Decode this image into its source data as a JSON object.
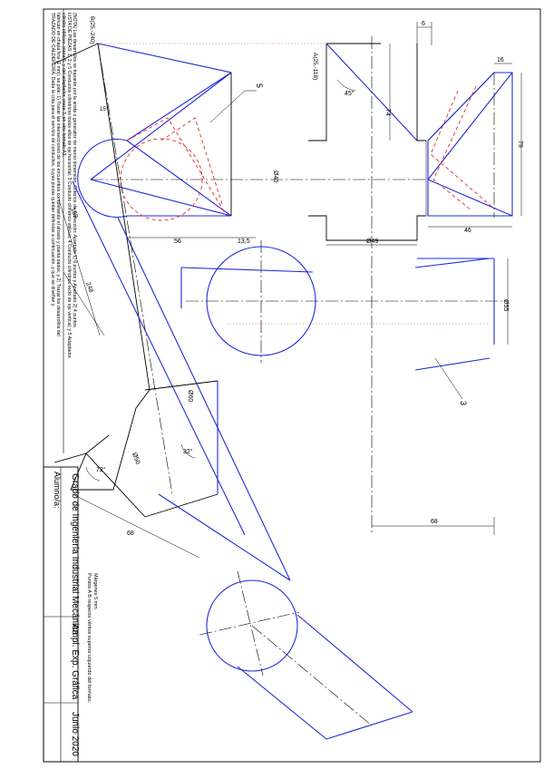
{
  "title_block": {
    "student_label": "Alumno/a:",
    "degree": "Grado de Ingeniería Industrial Mecánica",
    "course": "Ampl. Exp. Gráfica",
    "date": "Junio 2020"
  },
  "statement": {
    "line1": "TRAZADO DE CALDERERÍA. Dada la cota para el servicio de conductos, cuyas piezas quedan definidas a continuación, y que se diseñan y",
    "line2": "fabrican en chapa fina (1 mm), se pide: 1) Trazar las intersecciones de los encuentros completando el alzado y planta dados, y 2) Trazar los desarrollos del",
    "line3": "cilindro oblicuo, pieza 5, y del adaptador, pieza 3, en otro formato A3.",
    "line4": "LISTA DE PIEZAS: 1, 2 y 5 Conductos cilíndricos todos ellos de eje horizontal; 3 Conducto cilíndrico oblicuo; 4 Conducto cilíndrico recto de eje vertical; y 5 Adaptador.",
    "line5": "(NOTA) Las desarrollos se trazarán por la arista o generatriz de menor dimensión. Criterios de corrección: Apartado 1) 6 puntos y Apartado 2) 4 puntos."
  },
  "notes": {
    "points_note": "Puntos A B respecto vértice superior izquierdo del formato.",
    "margins_note": "Márgenes 5 mm"
  },
  "points": {
    "A": "A(25,-118)",
    "B": "B(25,-240)"
  },
  "part_labels": {
    "p5": "5",
    "p3": "3"
  },
  "dimensions": {
    "d6": "6",
    "d16": "16",
    "d79": "79",
    "d46": "46",
    "d74": "74",
    "d40": "Ø40",
    "d49": "Ø49",
    "d56": "56",
    "d135": "13,5",
    "d55": "Ø55",
    "d159": "159",
    "d248": "248",
    "d68a": "68",
    "d68b": "68",
    "d60": "Ø60",
    "d50": "Ø50",
    "ang45": "45°",
    "ang15": "15°",
    "ang72": "72°",
    "ang32": "32°"
  }
}
